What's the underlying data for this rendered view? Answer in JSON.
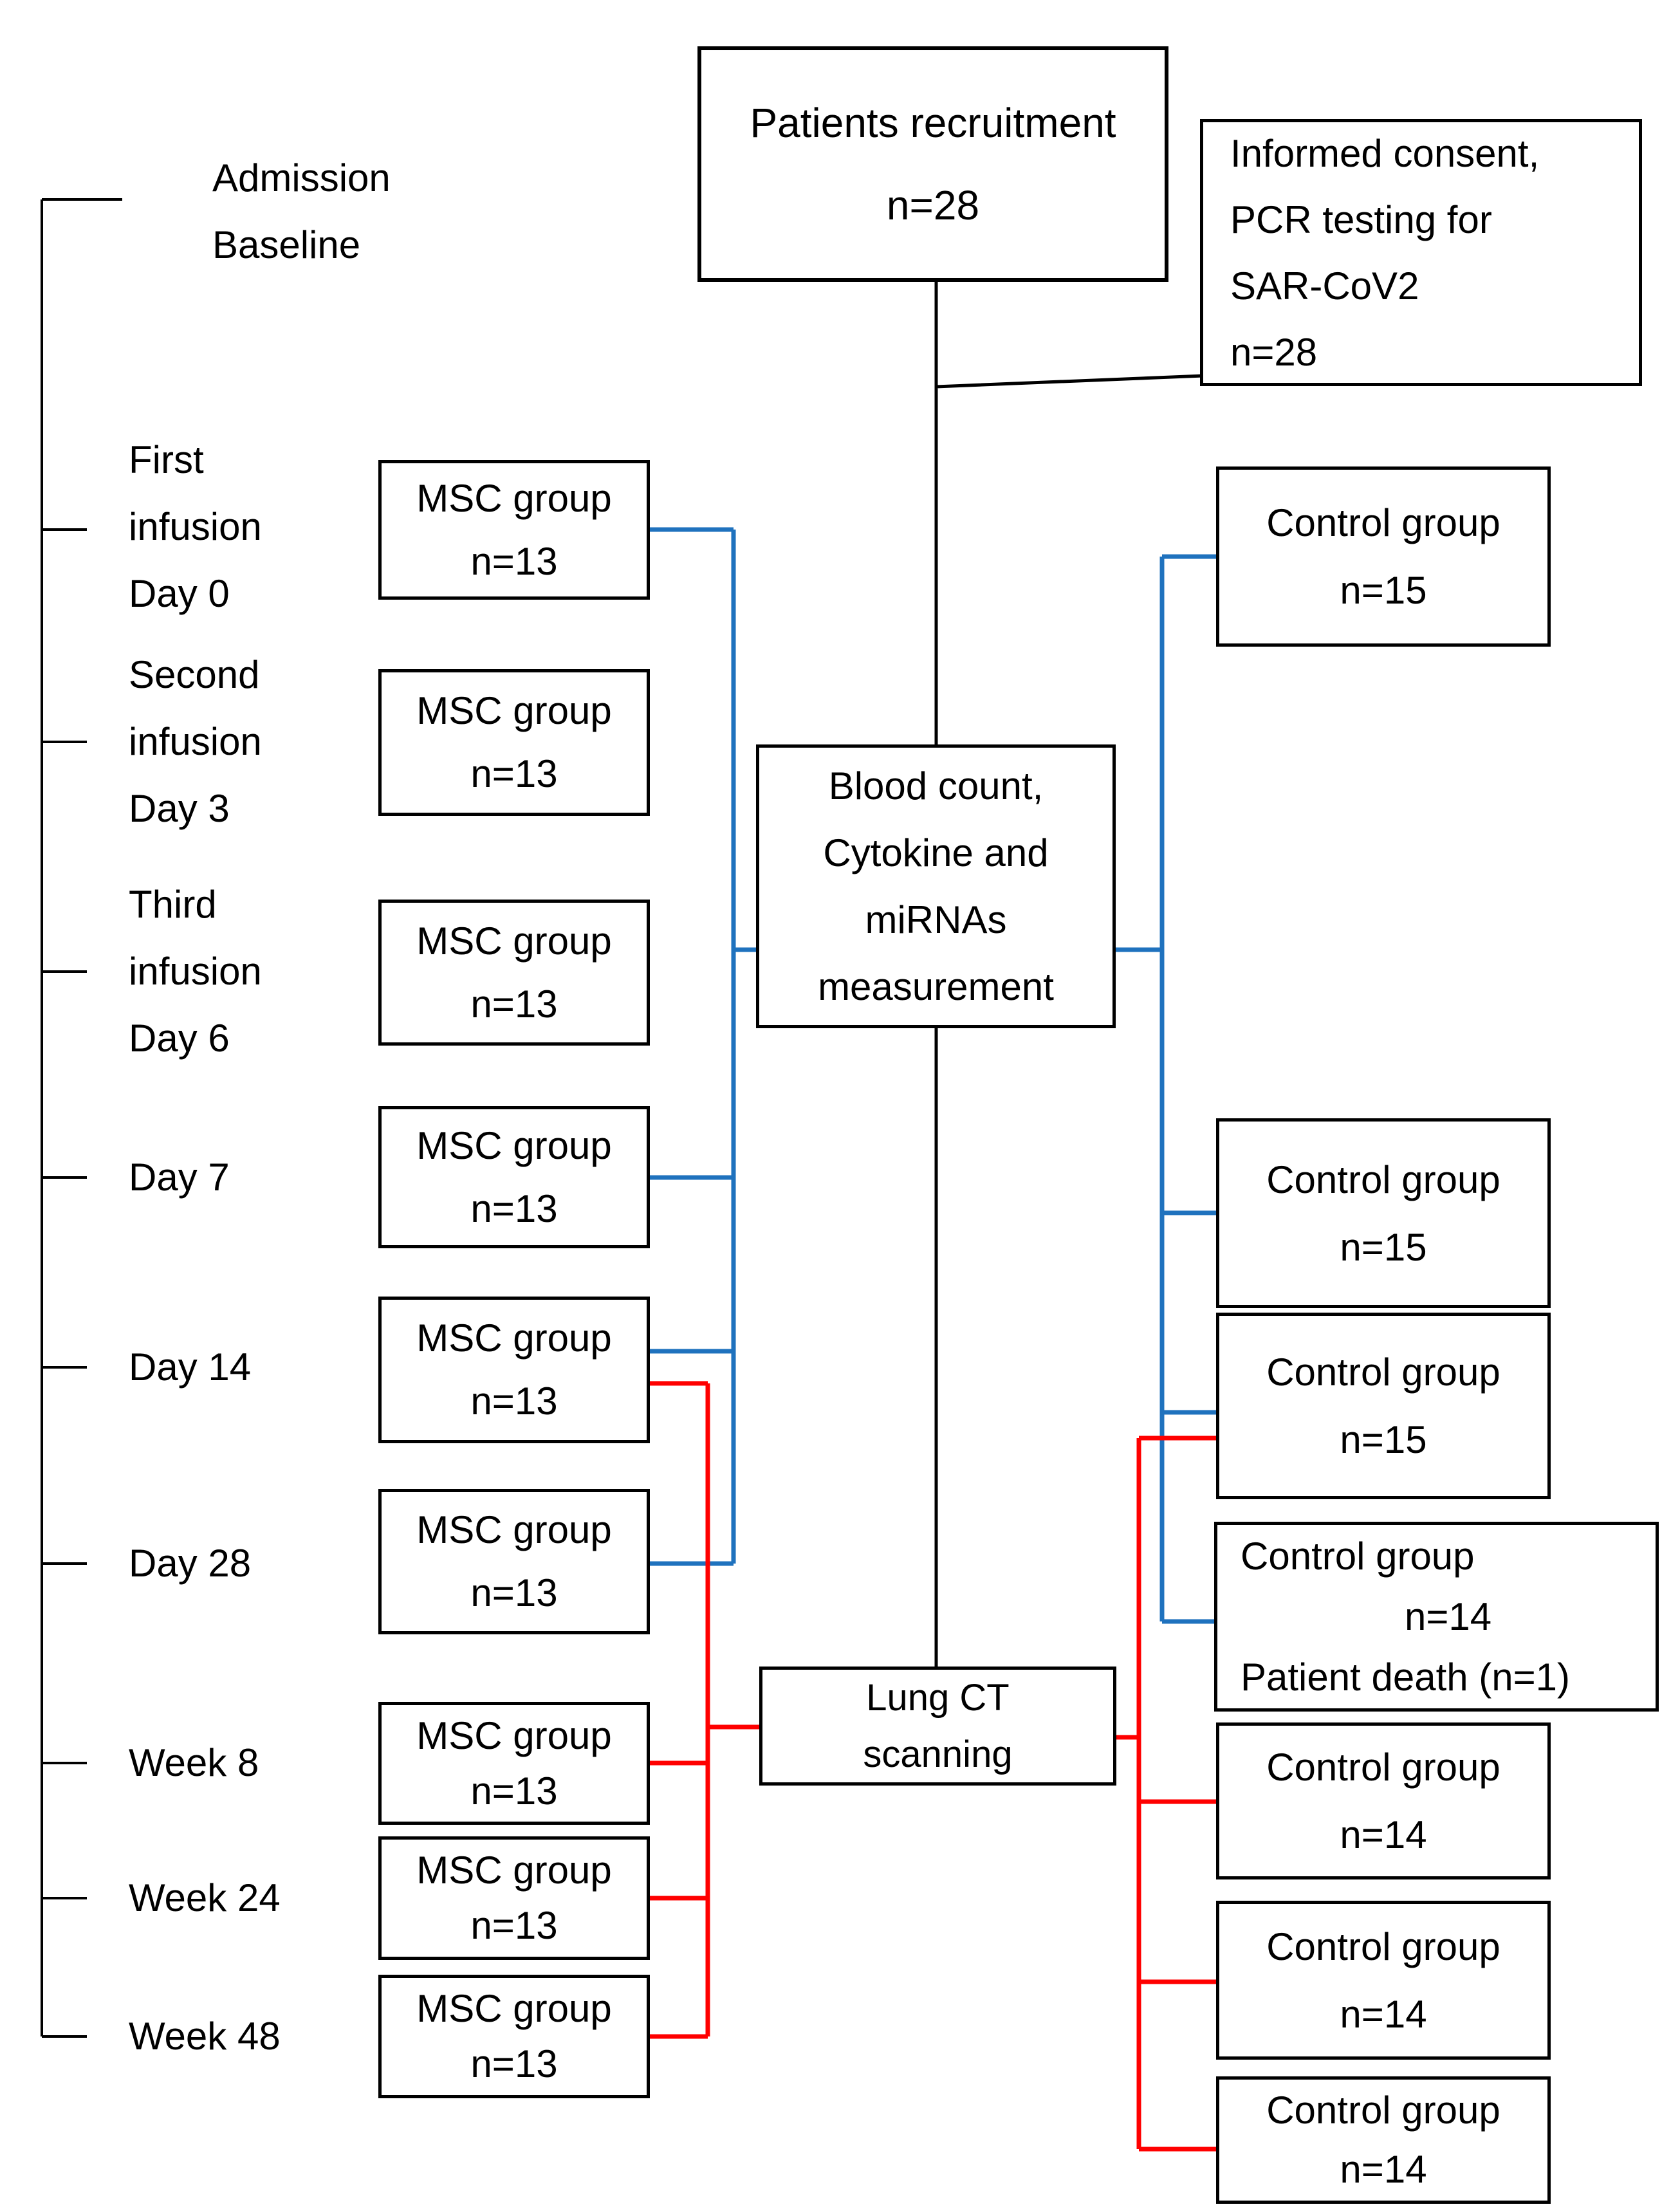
{
  "figure_type": "clinical-study-flow-diagram",
  "timeline": {
    "rows": [
      {
        "lines": [
          "Admission",
          "Baseline"
        ]
      },
      {
        "lines": [
          "First",
          "infusion",
          "Day 0"
        ]
      },
      {
        "lines": [
          "Second",
          "infusion",
          "Day 3"
        ]
      },
      {
        "lines": [
          "Third",
          "infusion",
          "Day 6"
        ]
      },
      {
        "lines": [
          "Day 7"
        ]
      },
      {
        "lines": [
          "Day 14"
        ]
      },
      {
        "lines": [
          "Day 28"
        ]
      },
      {
        "lines": [
          "Week 8"
        ]
      },
      {
        "lines": [
          "Week 24"
        ]
      },
      {
        "lines": [
          "Week 48"
        ]
      }
    ]
  },
  "boxes": {
    "recruitment": {
      "lines": [
        "Patients recruitment",
        "n=28"
      ]
    },
    "consent": {
      "lines": [
        "Informed consent,",
        "PCR testing for",
        "SAR-CoV2",
        "n=28"
      ]
    },
    "blood": {
      "lines": [
        "Blood count,",
        "Cytokine and",
        "miRNAs",
        "measurement"
      ]
    },
    "lung_ct": {
      "lines": [
        "Lung CT",
        "scanning"
      ]
    },
    "msc": [
      {
        "row": "Day 0",
        "lines": [
          "MSC group",
          "n=13"
        ]
      },
      {
        "row": "Day 3",
        "lines": [
          "MSC group",
          "n=13"
        ]
      },
      {
        "row": "Day 6",
        "lines": [
          "MSC group",
          "n=13"
        ]
      },
      {
        "row": "Day 7",
        "lines": [
          "MSC group",
          "n=13"
        ]
      },
      {
        "row": "Day 14",
        "lines": [
          "MSC group",
          "n=13"
        ]
      },
      {
        "row": "Day 28",
        "lines": [
          "MSC group",
          "n=13"
        ]
      },
      {
        "row": "Week 8",
        "lines": [
          "MSC group",
          "n=13"
        ]
      },
      {
        "row": "Week 24",
        "lines": [
          "MSC group",
          "n=13"
        ]
      },
      {
        "row": "Week 48",
        "lines": [
          "MSC group",
          "n=13"
        ]
      }
    ],
    "control": [
      {
        "row": "Day 0",
        "lines": [
          "Control group",
          "n=15"
        ]
      },
      {
        "row": "Day 7",
        "lines": [
          "Control group",
          "n=15"
        ]
      },
      {
        "row": "Day 14",
        "lines": [
          "Control group",
          "n=15"
        ]
      },
      {
        "row": "Day 28",
        "lines": [
          "Control group",
          "n=14",
          "Patient death (n=1)"
        ]
      },
      {
        "row": "Week 8",
        "lines": [
          "Control group",
          "n=14"
        ]
      },
      {
        "row": "Week 24",
        "lines": [
          "Control group",
          "n=14"
        ]
      },
      {
        "row": "Week 48",
        "lines": [
          "Control group",
          "n=14"
        ]
      }
    ]
  },
  "colors": {
    "outline": "#000000",
    "blood_sampling_path": "#1F72BE",
    "ct_followup_path": "#FF0000"
  }
}
